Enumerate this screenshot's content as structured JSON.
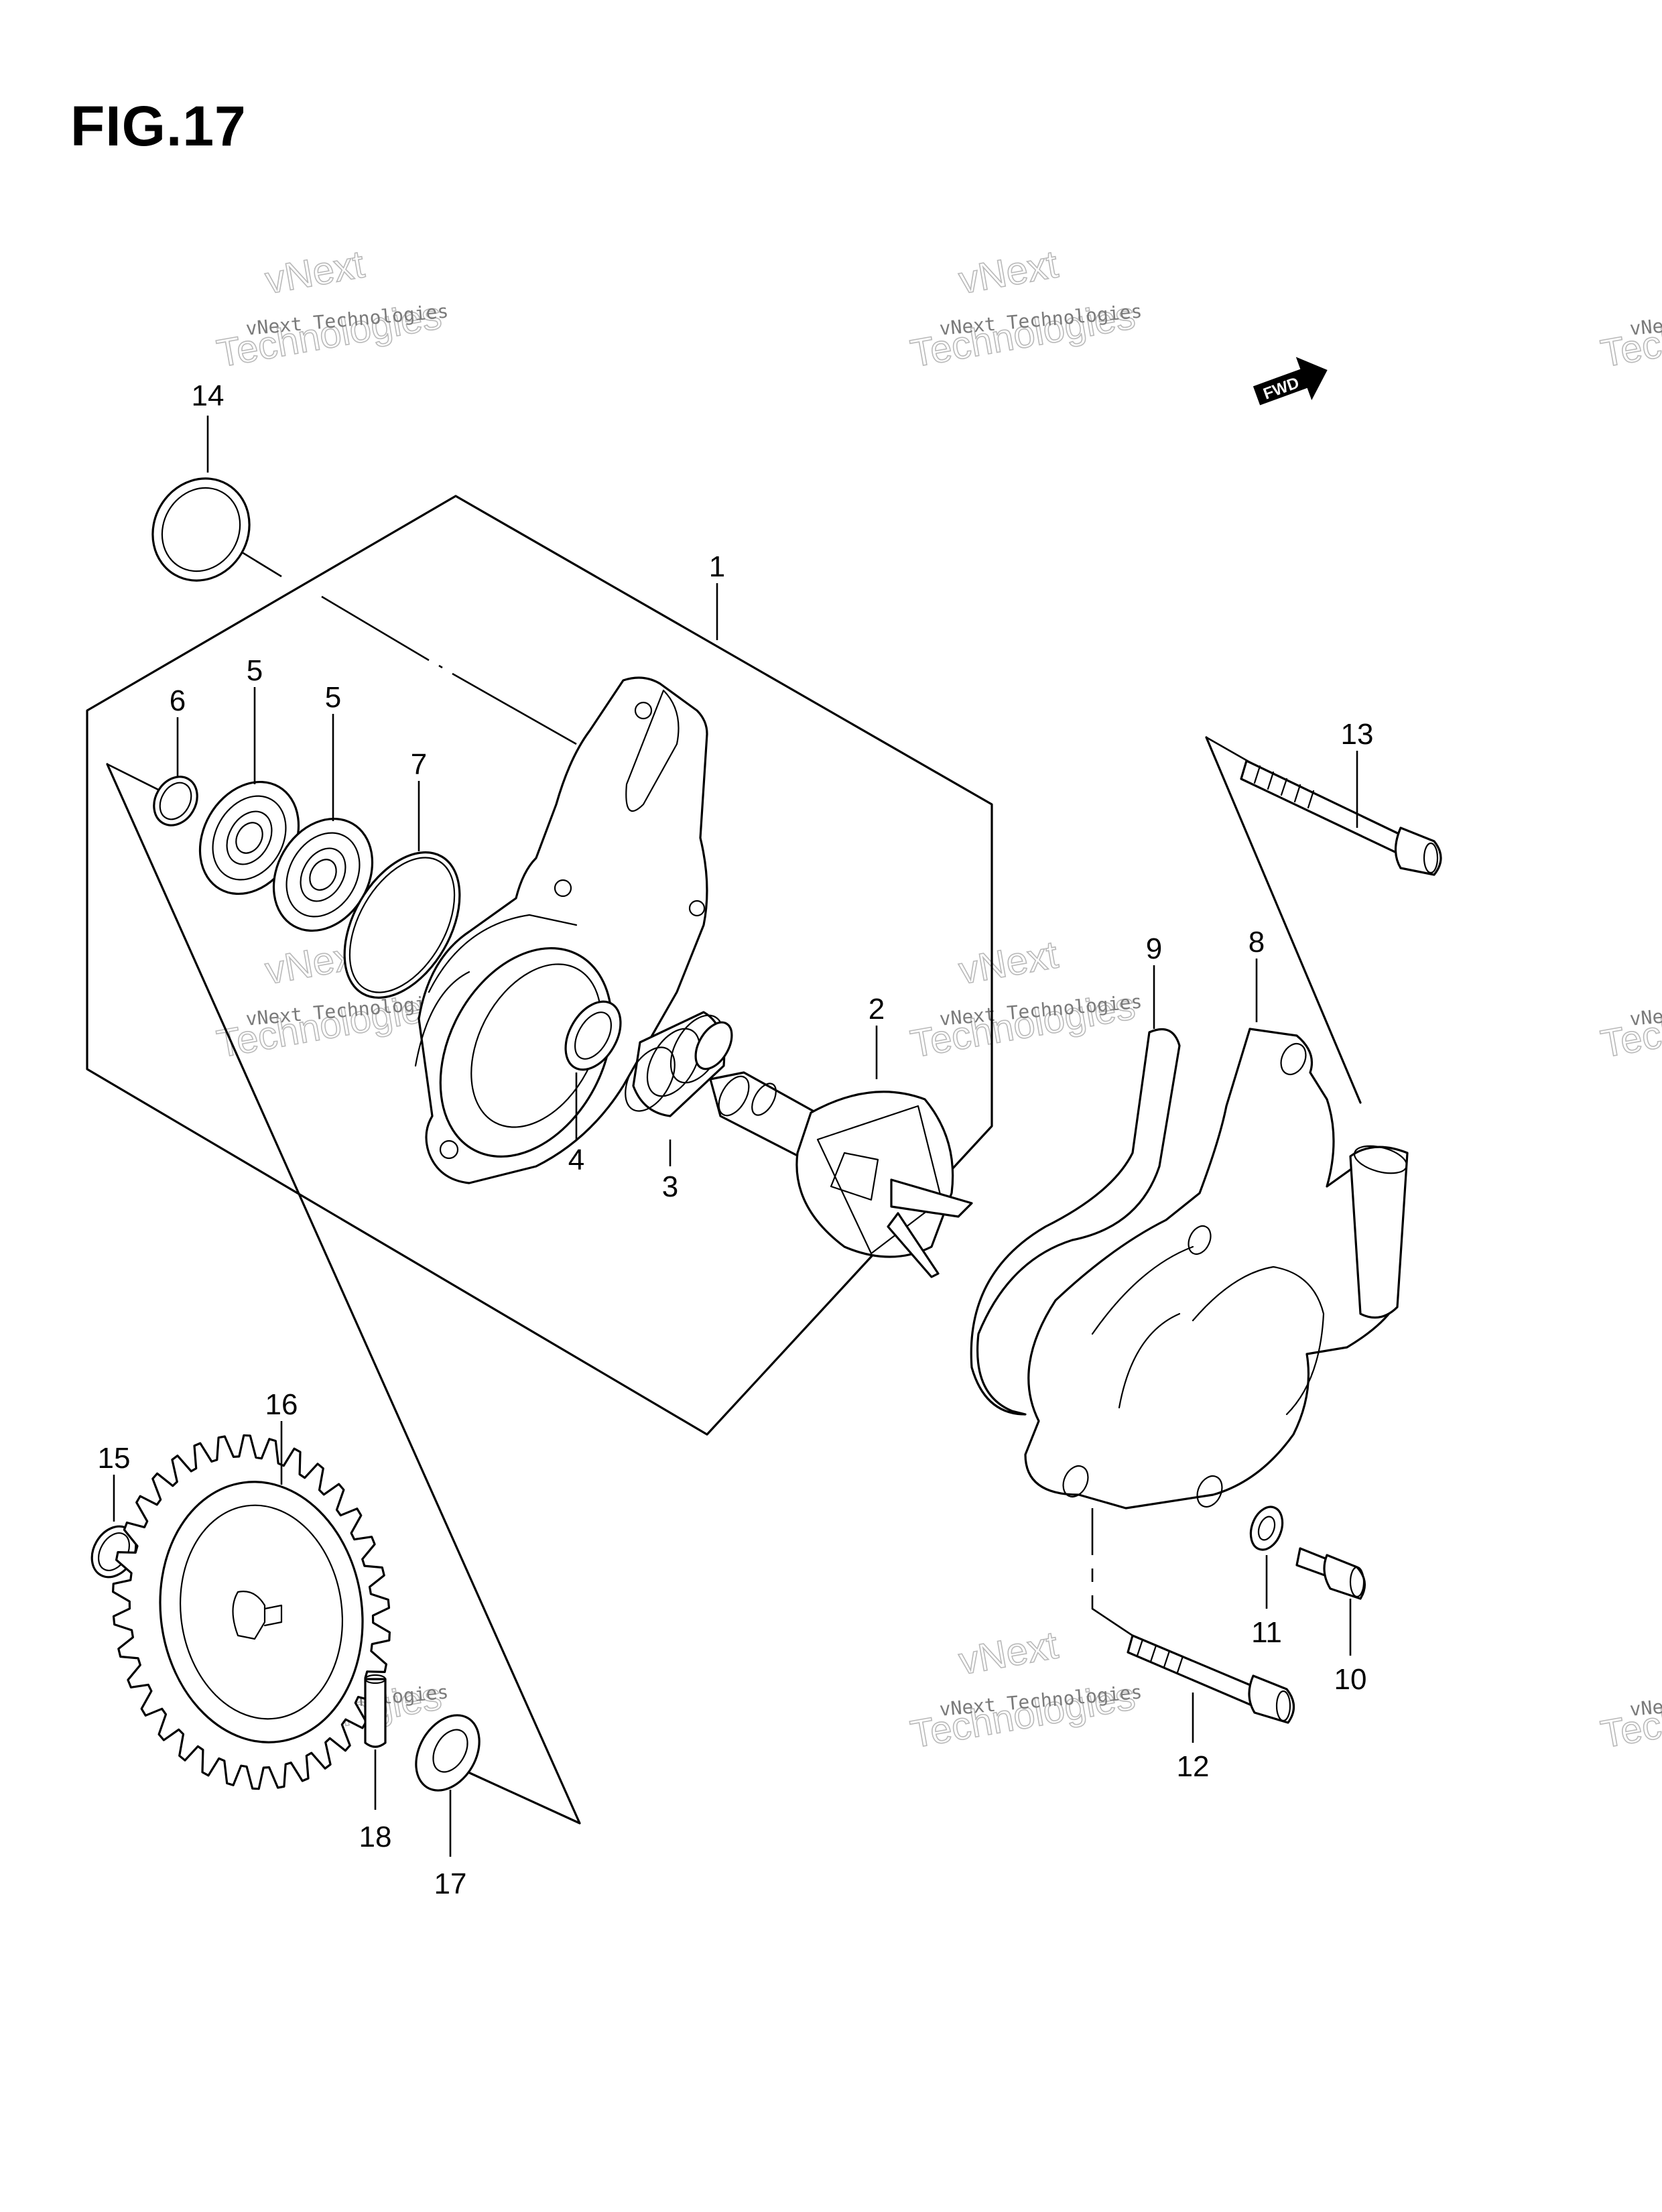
{
  "figure": {
    "title": "FIG.17"
  },
  "fwd_badge": {
    "label": "FWD"
  },
  "watermark": {
    "line1": "vNext Technologies",
    "line2": "vNext",
    "line3": "Technologies"
  },
  "callouts": [
    "1",
    "2",
    "3",
    "4",
    "5",
    "5",
    "6",
    "7",
    "8",
    "9",
    "10",
    "11",
    "12",
    "13",
    "14",
    "15",
    "16",
    "17",
    "18"
  ]
}
